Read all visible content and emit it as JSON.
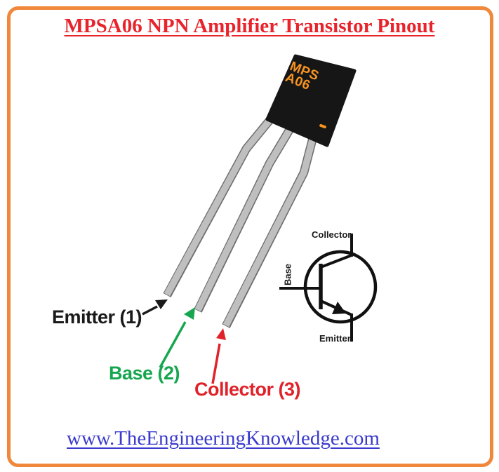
{
  "title": "MPSA06 NPN Amplifier Transistor Pinout",
  "chip": {
    "marking_line1": "MPS",
    "marking_line2": "A06"
  },
  "pins": {
    "emitter": "Emitter (1)",
    "base": "Base (2)",
    "collector": "Collector (3)"
  },
  "symbol": {
    "collector": "Collector",
    "base": "Base",
    "emitter": "Emitter"
  },
  "footer": {
    "website": "www.TheEngineeringKnowledge.com"
  },
  "colors": {
    "border_orange": "#F0873A",
    "title_red": "#E8232B",
    "emitter_label_black": "#1A1A1A",
    "base_label_green": "#17A650",
    "collector_label_red": "#E0222A",
    "link_blue": "#3A3ACD",
    "chip_body_black": "#161616",
    "chip_marking_orange": "#F79420",
    "lead_gray_fill": "#BFBFBF",
    "lead_gray_outline": "#6E6E6E"
  }
}
